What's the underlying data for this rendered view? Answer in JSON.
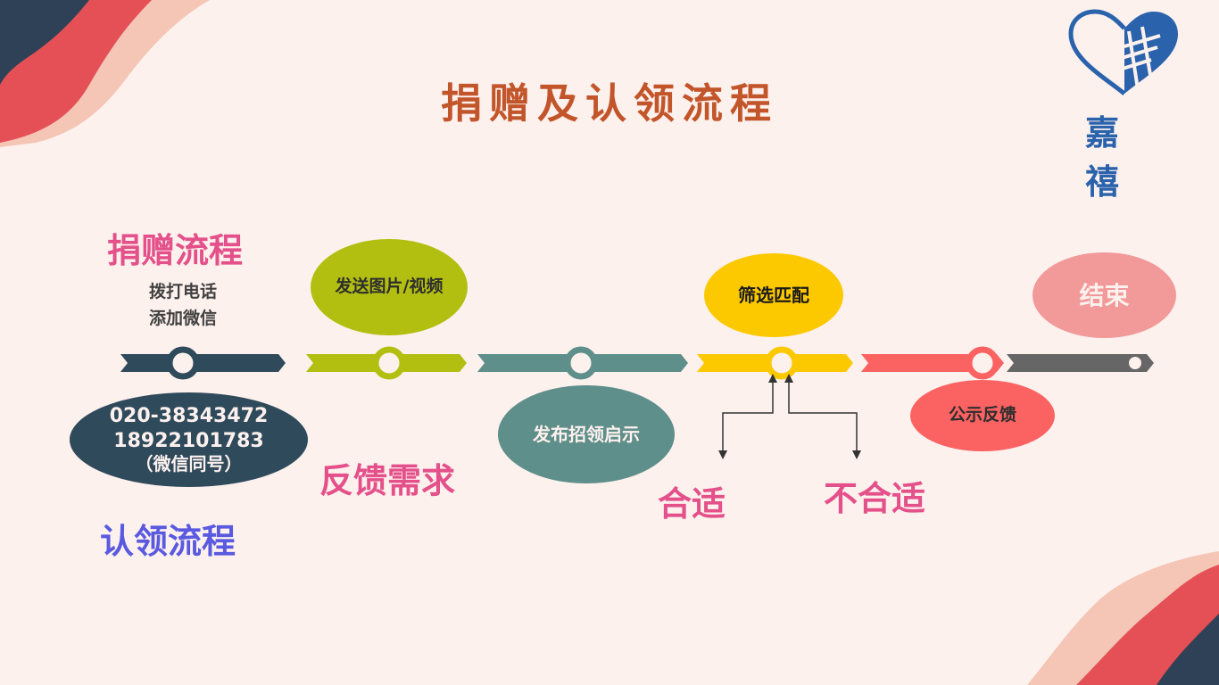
{
  "title": "捐赠及认领流程",
  "brand": {
    "name": "嘉 禧",
    "logo_icon": "heart-grid-logo-icon"
  },
  "donation_label": "捐赠流程",
  "claim_label": "认领流程",
  "contact": {
    "method_line1": "拨打电话",
    "method_line2": "添加微信",
    "phone1": "020-38343472",
    "phone2": "18922101783",
    "note": "（微信同号）"
  },
  "steps": {
    "send_media": "发送图片/视频",
    "feedback_need": "反馈需求",
    "publish_notice": "发布招领启示",
    "screen_match": "筛选匹配",
    "suitable": "合适",
    "unsuitable": "不合适",
    "public_feedback": "公示反馈",
    "end": "结束"
  },
  "colors": {
    "background": "#fdf1ee",
    "title": "#c2552a",
    "navy": "#2e4a5b",
    "olive": "#b2bf10",
    "teal": "#5f8f8a",
    "yellow": "#fcc900",
    "coral": "#fb6262",
    "salmon": "#f29999",
    "gray": "#666666",
    "pink_text": "#e4508a",
    "blue_text": "#5a5ae0",
    "brand_blue": "#2a63ac"
  }
}
